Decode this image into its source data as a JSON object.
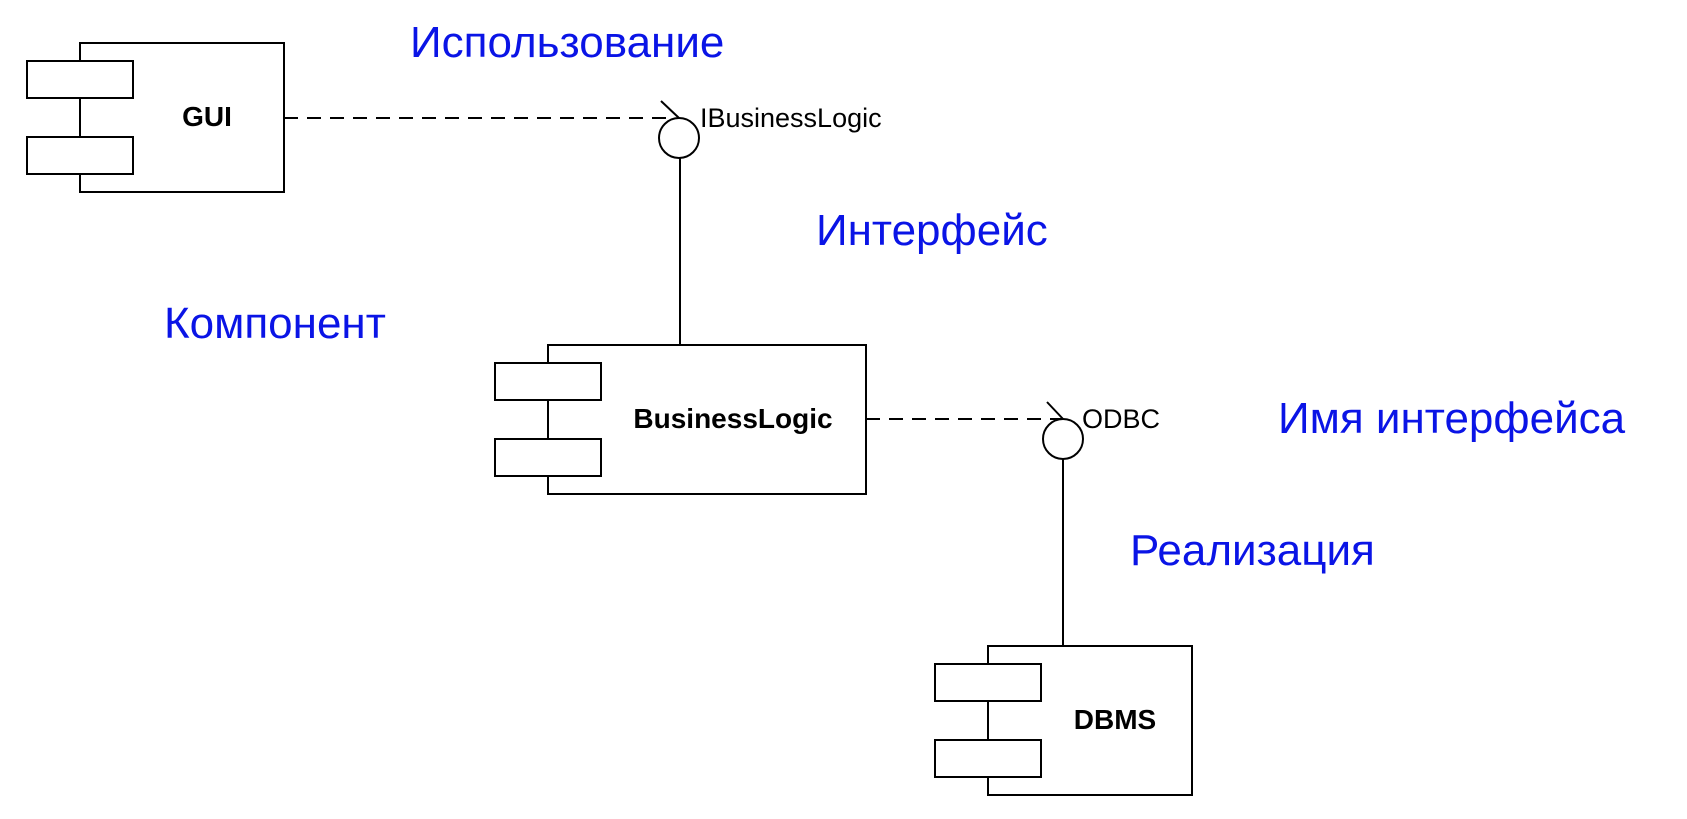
{
  "colors": {
    "annotation": "#0a14e6",
    "line": "#000000",
    "background": "#ffffff"
  },
  "components": {
    "gui": {
      "name": "GUI"
    },
    "business_logic": {
      "name": "BusinessLogic"
    },
    "dbms": {
      "name": "DBMS"
    }
  },
  "interfaces": {
    "ibusinesslogic": {
      "name": "IBusinessLogic"
    },
    "odbc": {
      "name": "ODBC"
    }
  },
  "annotations": {
    "usage": "Использование",
    "interface": "Интерфейс",
    "component": "Компонент",
    "interface_name": "Имя интерфейса",
    "realization": "Реализация"
  }
}
